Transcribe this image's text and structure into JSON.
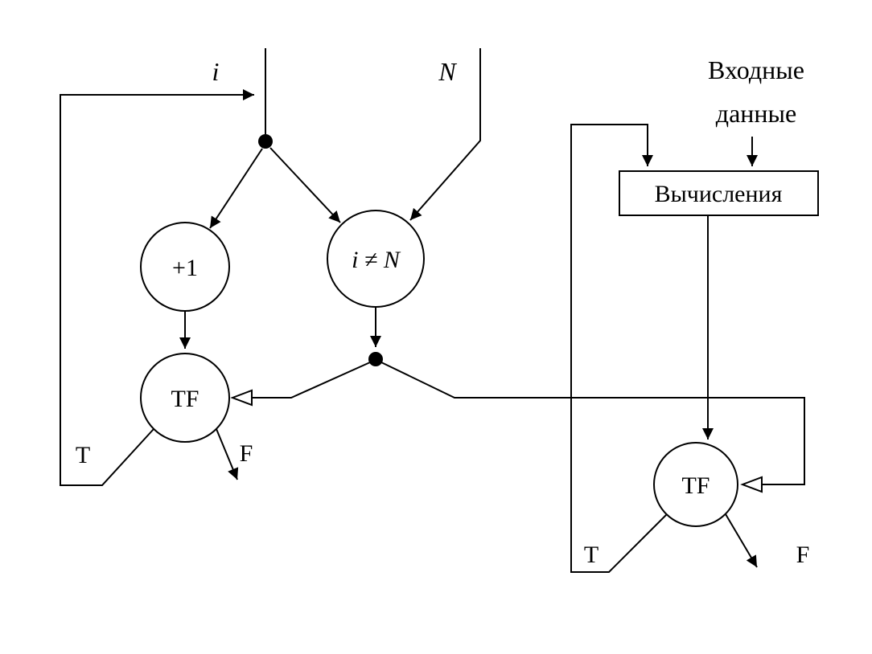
{
  "diagram": {
    "colors": {
      "stroke": "#000000",
      "background": "#ffffff"
    },
    "labels": {
      "i": "i",
      "n": "N",
      "increment": "+1",
      "condition": "i ≠ N",
      "tf_left": "TF",
      "tf_right": "TF",
      "true_left": "T",
      "false_left": "F",
      "true_right": "T",
      "false_right": "F",
      "input_line1": "Входные",
      "input_line2": "данные",
      "compute": "Вычисления"
    }
  }
}
